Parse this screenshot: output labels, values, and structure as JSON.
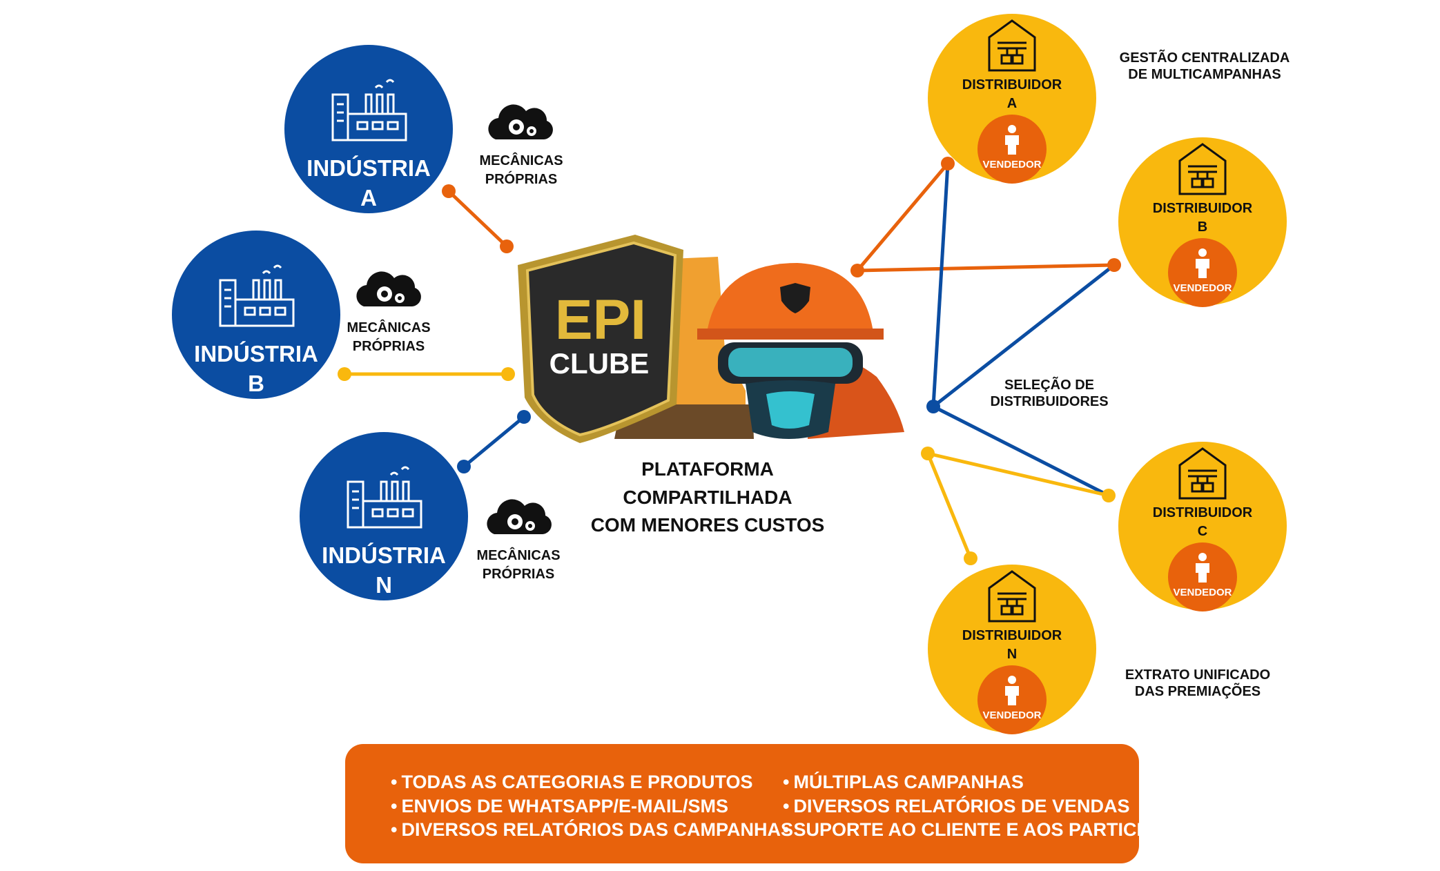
{
  "colors": {
    "blue": "#0b4da2",
    "yellow": "#f9b80e",
    "orange": "#e8620c",
    "line_blue": "#0b4da2"
  },
  "industries": [
    {
      "title_line1": "INDÚSTRIA",
      "title_line2": "A",
      "mech_line1": "MECÂNICAS",
      "mech_line2": "PRÓPRIAS"
    },
    {
      "title_line1": "INDÚSTRIA",
      "title_line2": "B",
      "mech_line1": "MECÂNICAS",
      "mech_line2": "PRÓPRIAS"
    },
    {
      "title_line1": "INDÚSTRIA",
      "title_line2": "N",
      "mech_line1": "MECÂNICAS",
      "mech_line2": "PRÓPRIAS"
    }
  ],
  "distributors": [
    {
      "title_line1": "DISTRIBUIDOR",
      "title_line2": "A",
      "seller": "VENDEDOR"
    },
    {
      "title_line1": "DISTRIBUIDOR",
      "title_line2": "B",
      "seller": "VENDEDOR"
    },
    {
      "title_line1": "DISTRIBUIDOR",
      "title_line2": "C",
      "seller": "VENDEDOR"
    },
    {
      "title_line1": "DISTRIBUIDOR",
      "title_line2": "N",
      "seller": "VENDEDOR"
    }
  ],
  "logo": {
    "line1": "EPI",
    "line2": "CLUBE"
  },
  "platform": {
    "line1": "PLATAFORMA COMPARTILHADA",
    "line2": "COM MENORES CUSTOS"
  },
  "notes": {
    "gestao_line1": "GESTÃO CENTRALIZADA",
    "gestao_line2": "DE MULTICAMPANHAS",
    "selecao_line1": "SELEÇÃO DE",
    "selecao_line2": "DISTRIBUIDORES",
    "extrato_line1": "EXTRATO UNIFICADO",
    "extrato_line2": "DAS PREMIAÇÕES"
  },
  "features": {
    "left": [
      "TODAS AS CATEGORIAS E PRODUTOS",
      "ENVIOS DE WHATSAPP/E-MAIL/SMS",
      "DIVERSOS RELATÓRIOS DAS CAMPANHAS"
    ],
    "right": [
      "MÚLTIPLAS CAMPANHAS",
      "DIVERSOS RELATÓRIOS DE VENDAS",
      "SUPORTE AO CLIENTE E AOS PARTICIPANTES"
    ]
  }
}
